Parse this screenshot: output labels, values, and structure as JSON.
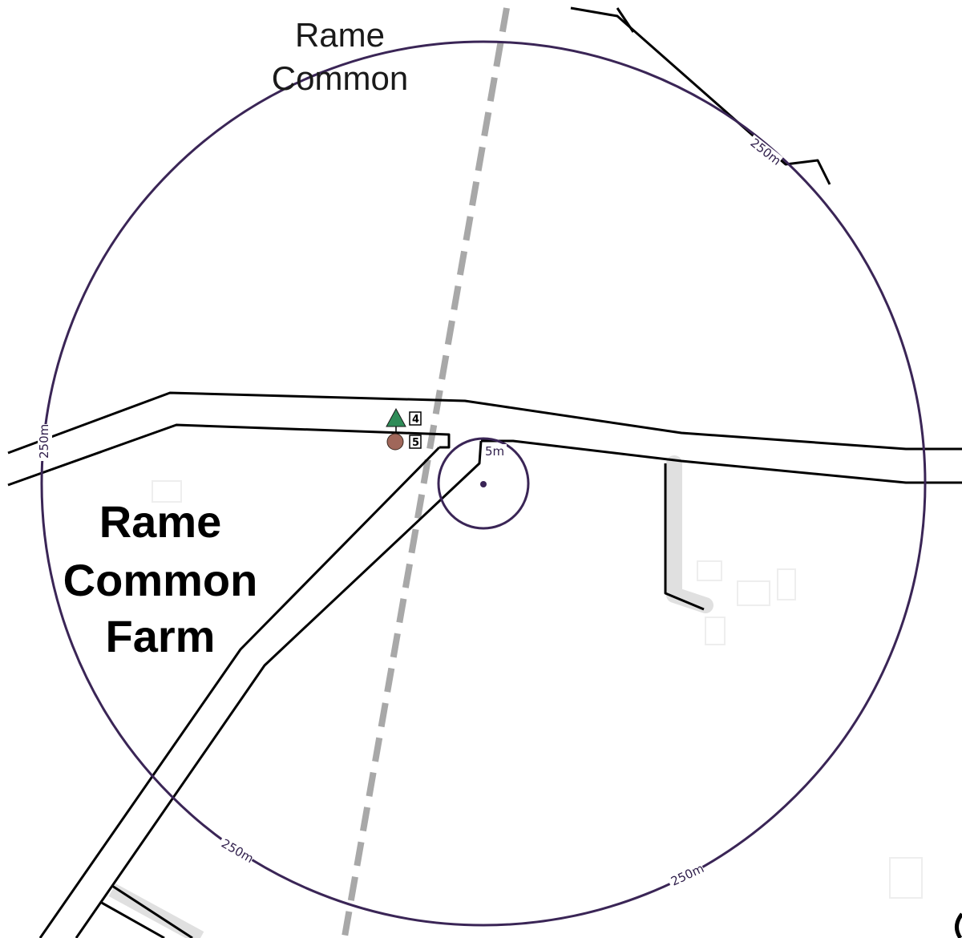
{
  "places": {
    "village": {
      "line1": "Rame",
      "line2": "Common"
    },
    "farm": {
      "line1": "Rame",
      "line2": "Common",
      "line3": "Farm"
    }
  },
  "buffer": {
    "outer_label": "250m",
    "inner_label": "5m",
    "stroke_color": "#3a2556"
  },
  "markers": [
    {
      "id": "4",
      "symbol": "tree-triangle",
      "color": "#2e8b57"
    },
    {
      "id": "5",
      "symbol": "circle",
      "color": "#a0675a"
    }
  ],
  "colors": {
    "road": "#000000",
    "track": "#e0e0e0",
    "boundary": "#9a9a9a"
  }
}
